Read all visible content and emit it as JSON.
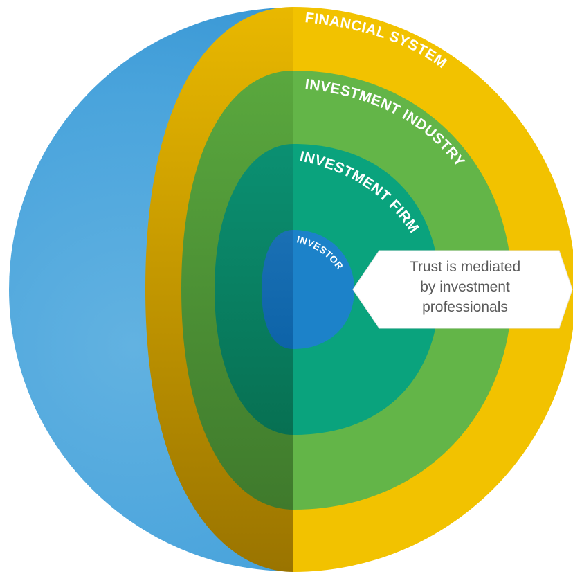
{
  "diagram": {
    "layers": [
      {
        "label": "FINANCIAL SYSTEM",
        "color": "#f2c200"
      },
      {
        "label": "INVESTMENT INDUSTRY",
        "color": "#6cb846"
      },
      {
        "label": "INVESTMENT FIRM",
        "color": "#08a07e"
      },
      {
        "label": "INVESTOR",
        "color": "#1c7ec7"
      }
    ],
    "sphere_color": "#4aa6dd",
    "callout": {
      "lines": [
        "Trust is mediated",
        "by investment",
        "professionals"
      ]
    }
  }
}
